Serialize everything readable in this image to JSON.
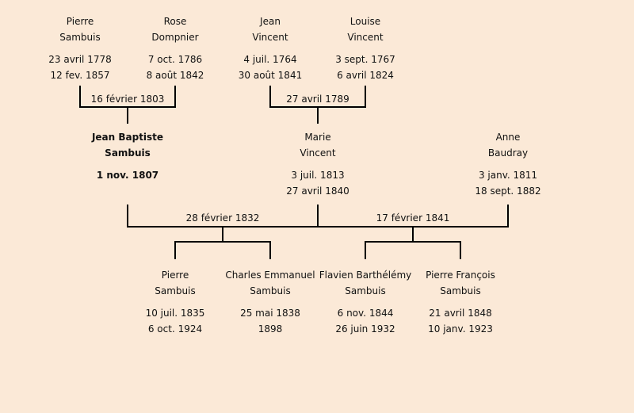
{
  "generation1": [
    {
      "first": "Pierre",
      "last": "Sambuis",
      "birth": "23 avril 1778",
      "death": "12 fev. 1857"
    },
    {
      "first": "Rose",
      "last": "Dompnier",
      "birth": "7 oct. 1786",
      "death": "8 août 1842"
    },
    {
      "first": "Jean",
      "last": "Vincent",
      "birth": "4 juil. 1764",
      "death": "30 août 1841"
    },
    {
      "first": "Louise",
      "last": "Vincent",
      "birth": "3 sept. 1767",
      "death": "6 avril 1824"
    }
  ],
  "marriages1": [
    "16 février 1803",
    "27 avril 1789"
  ],
  "generation2": [
    {
      "first": "Jean Baptiste",
      "last": "Sambuis",
      "birth": "1 nov. 1807",
      "death": ""
    },
    {
      "first": "Marie",
      "last": "Vincent",
      "birth": "3 juil. 1813",
      "death": "27 avril 1840"
    },
    {
      "first": "Anne",
      "last": "Baudray",
      "birth": "3 janv. 1811",
      "death": "18 sept. 1882"
    }
  ],
  "marriages2": [
    "28 février 1832",
    "17 février 1841"
  ],
  "generation3": [
    {
      "first": "Pierre",
      "last": "Sambuis",
      "birth": "10 juil. 1835",
      "death": "6 oct. 1924"
    },
    {
      "first": "Charles Emmanuel",
      "last": "Sambuis",
      "birth": "25 mai 1838",
      "death": "1898"
    },
    {
      "first": "Flavien Barthélémy",
      "last": "Sambuis",
      "birth": "6 nov. 1844",
      "death": "26 juin 1932"
    },
    {
      "first": "Pierre François",
      "last": "Sambuis",
      "birth": "21 avril 1848",
      "death": "10 janv. 1923"
    }
  ]
}
